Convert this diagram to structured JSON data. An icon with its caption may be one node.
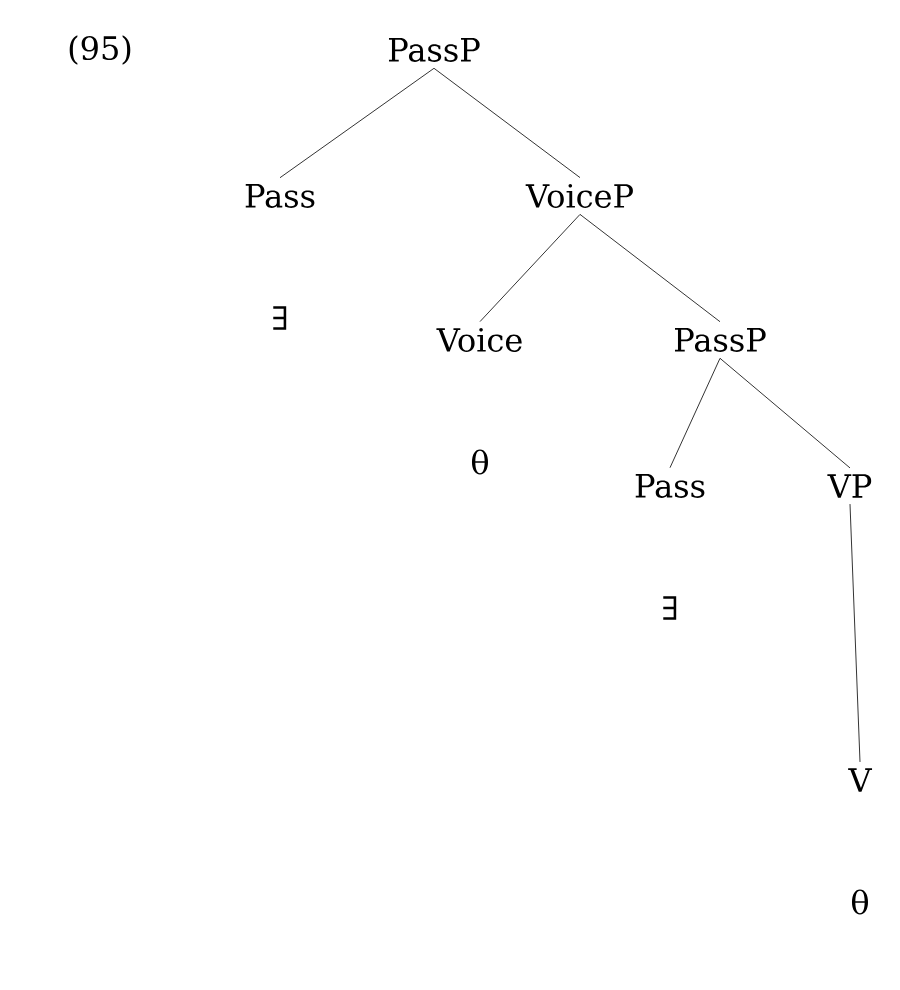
{
  "diagram": {
    "nodes": [
      {
        "text": [
          "PassP"
        ]
      },
      {
        "text": [
          "Pass"
        ],
        "beside": [
          "∃"
        ]
      },
      {
        "text": [
          "VoiceP"
        ]
      },
      {
        "text": [
          "Voice"
        ],
        "beside": [
          "θ"
        ]
      },
      {
        "text": [
          "PassP"
        ]
      },
      {
        "text": [
          "Pass"
        ],
        "beside": [
          "∃"
        ]
      },
      {
        "text": [
          "VP"
        ]
      },
      {
        "text": [
          "V"
        ],
        "beside": [
          "θ"
        ]
      }
    ],
    "edges": [
      {
        "from": 0,
        "to": 1,
        "arrow": "none"
      },
      {
        "from": 0,
        "to": 2,
        "arrow": "none"
      },
      {
        "from": 2,
        "to": 3,
        "arrow": "none"
      },
      {
        "from": 2,
        "to": 4,
        "arrow": "none"
      },
      {
        "from": 4,
        "to": 5,
        "arrow": "none"
      },
      {
        "from": 4,
        "to": 6,
        "arrow": "none"
      },
      {
        "from": 6,
        "to": 7,
        "arrow": "none"
      }
    ],
    "labels": [
      "(95)"
    ]
  }
}
